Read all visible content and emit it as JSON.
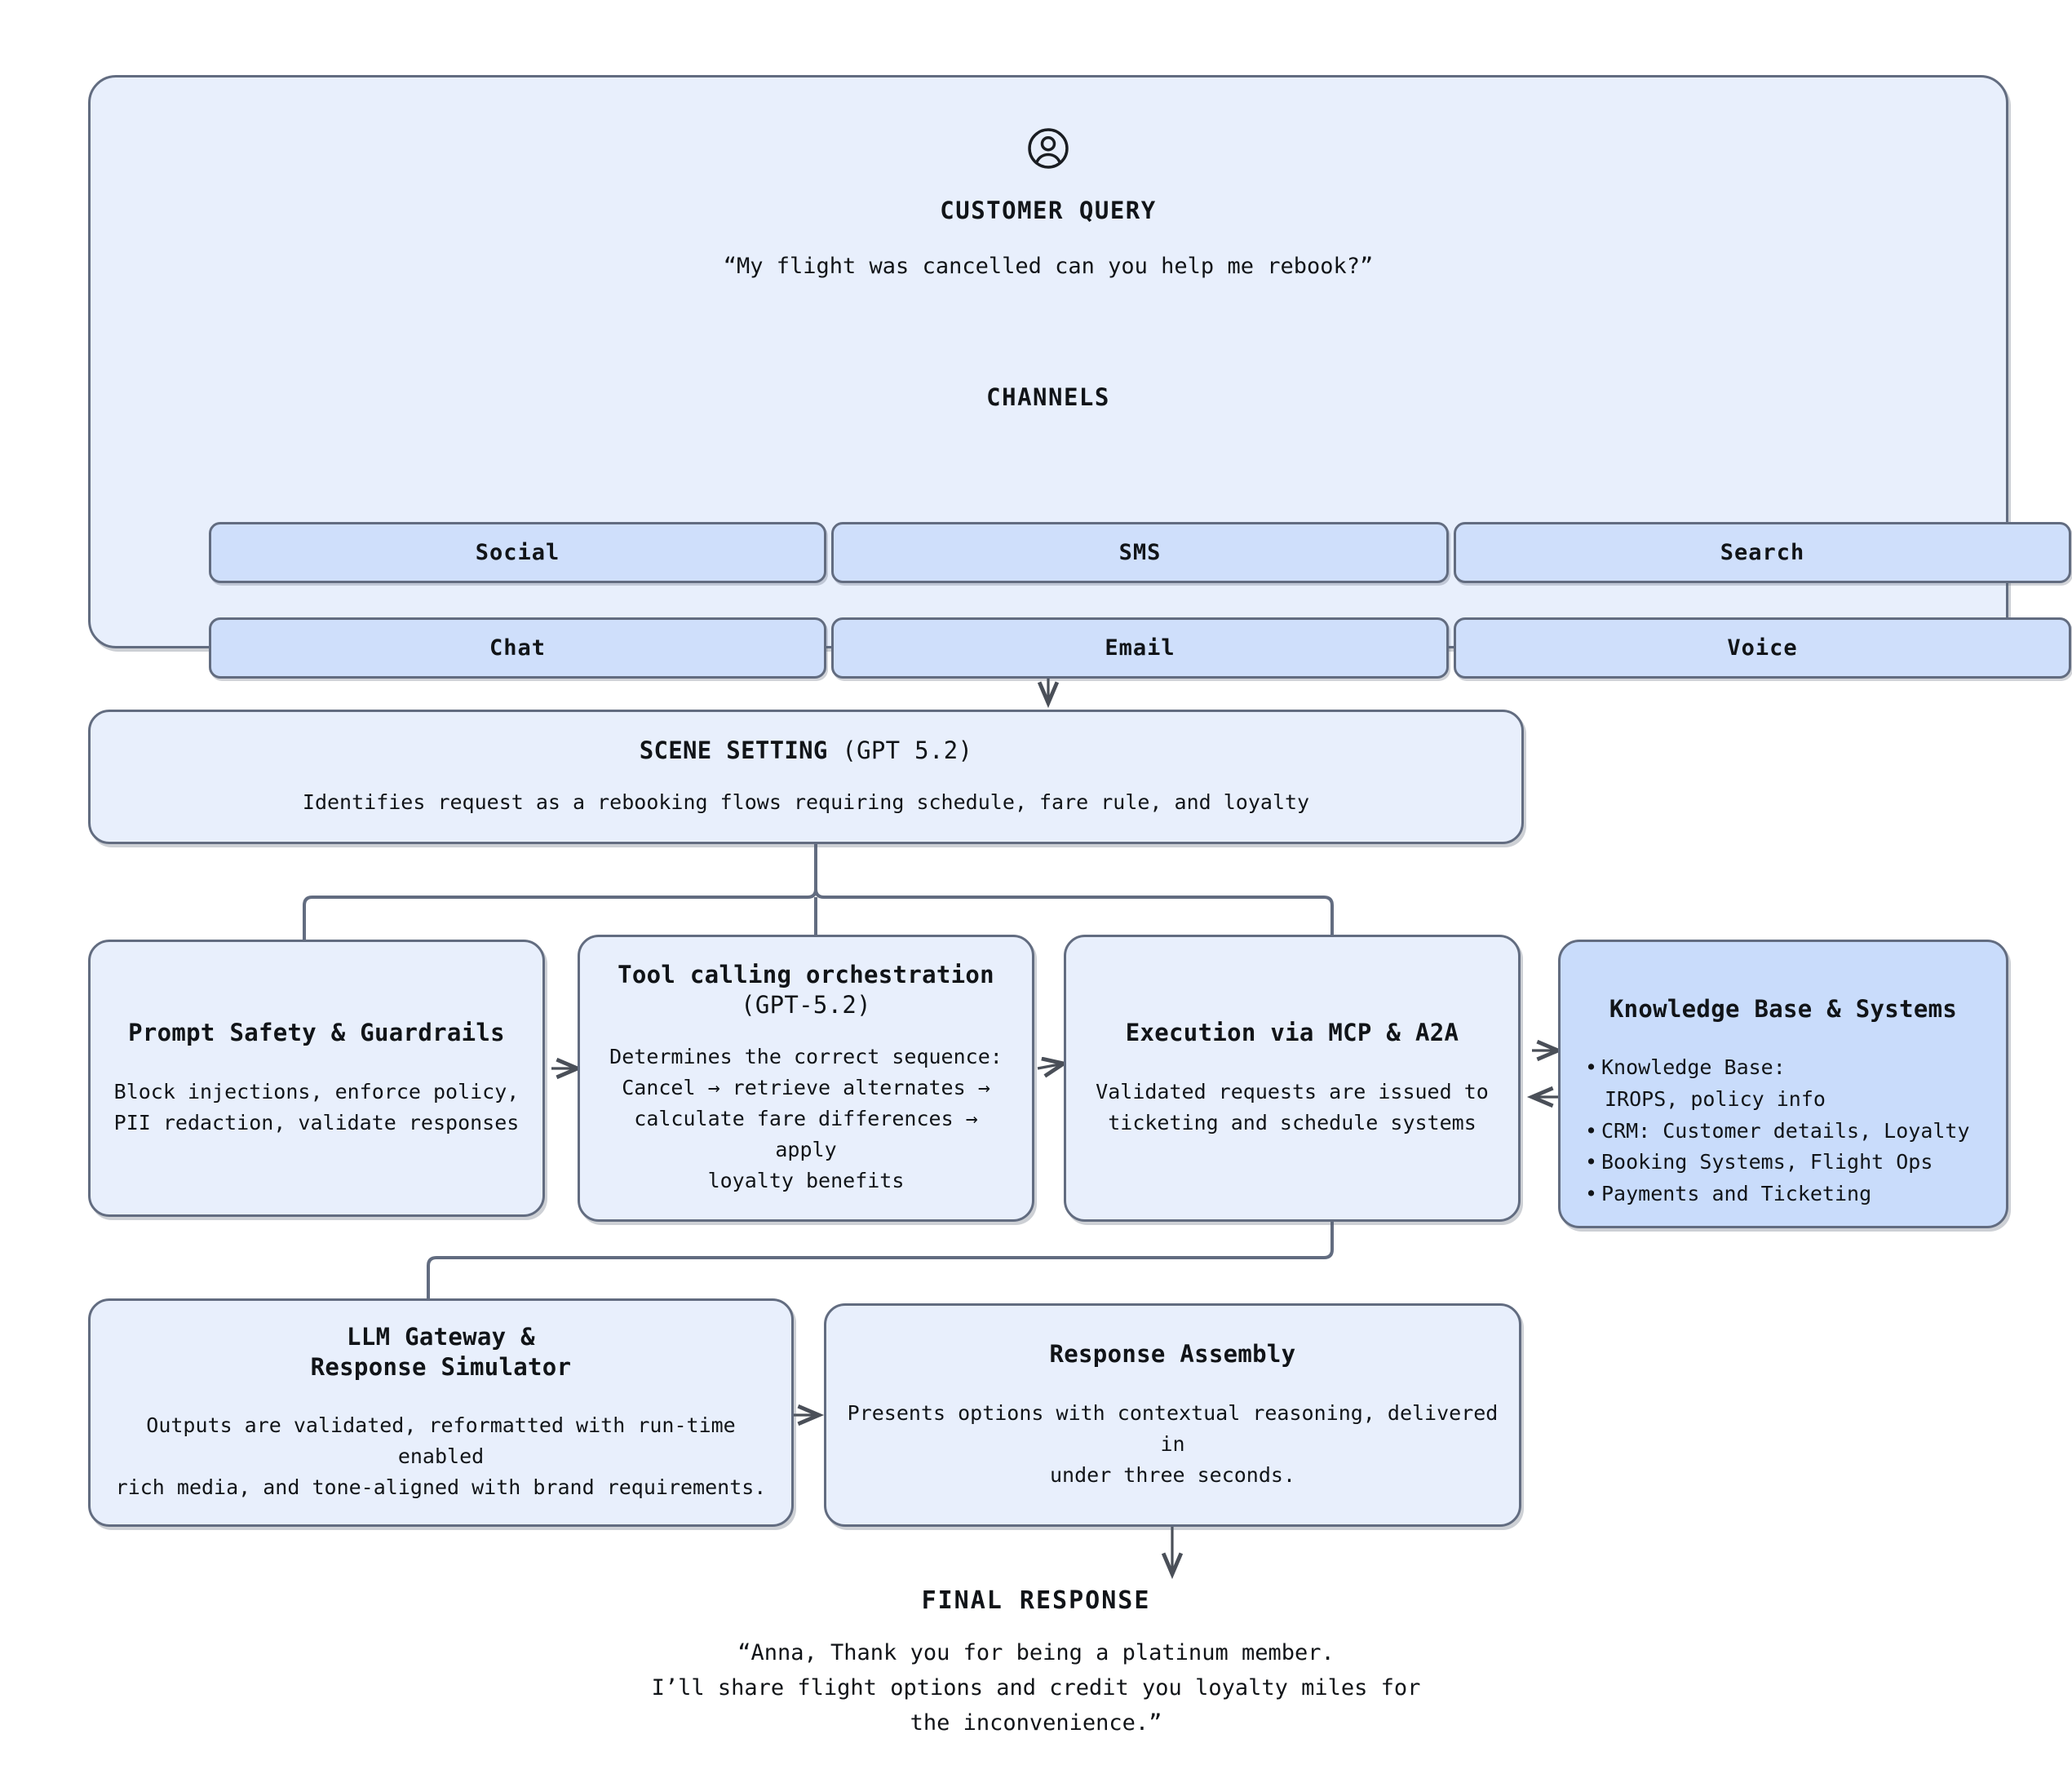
{
  "header": {
    "icon": "user-avatar-icon",
    "title": "CUSTOMER QUERY",
    "quote": "“My flight was cancelled can you help me rebook?”",
    "channels_title": "CHANNELS",
    "channels": [
      "Social",
      "SMS",
      "Search",
      "Chat",
      "Email",
      "Voice"
    ]
  },
  "scene": {
    "title": "SCENE SETTING",
    "title_suffix": " (GPT 5.2)",
    "body": "Identifies request as a rebooking flows requiring schedule, fare rule, and loyalty"
  },
  "stages": {
    "guardrails": {
      "title": "Prompt Safety & Guardrails",
      "body": "Block injections, enforce policy,\nPII redaction, validate responses"
    },
    "orchestration": {
      "title": "Tool calling orchestration",
      "subtitle": "(GPT‑5.2)",
      "body": "Determines the correct sequence:\nCancel → retrieve alternates →\ncalculate fare differences → apply\nloyalty benefits"
    },
    "execution": {
      "title": "Execution via MCP & A2A",
      "body": "Validated requests are issued to\nticketing and schedule systems"
    },
    "knowledge": {
      "title": "Knowledge Base & Systems",
      "items": [
        {
          "label": "Knowledge Base:",
          "cont": "IROPS, policy info"
        },
        {
          "label": "CRM: Customer details, Loyalty",
          "cont": ""
        },
        {
          "label": "Booking Systems, Flight Ops",
          "cont": ""
        },
        {
          "label": "Payments and Ticketing",
          "cont": ""
        }
      ]
    },
    "gateway": {
      "title": "LLM Gateway &\nResponse Simulator",
      "body": "Outputs are validated, reformatted with run‑time enabled\nrich media, and tone‑aligned with brand requirements."
    },
    "assembly": {
      "title": "Response Assembly",
      "body": "Presents options with contextual reasoning, delivered in\nunder three seconds."
    }
  },
  "final": {
    "title": "FINAL RESPONSE",
    "text": "“Anna, Thank you for being a platinum member.\nI’ll share flight options and credit you loyalty miles for\nthe inconvenience.”"
  },
  "colors": {
    "panel_fill": "#e8effc",
    "channel_fill": "#cfdffb",
    "knowledge_fill": "#c9dcfb",
    "border": "#626c80",
    "text": "#111418",
    "background": "#ffffff"
  }
}
